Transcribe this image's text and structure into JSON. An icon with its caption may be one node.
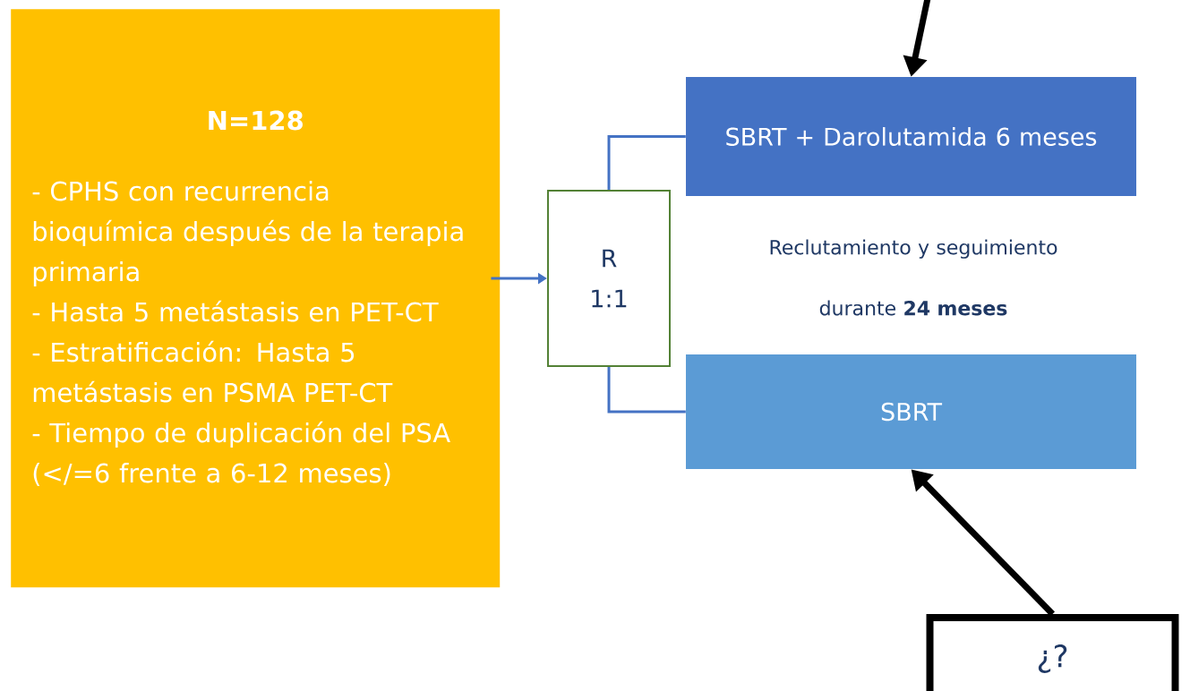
{
  "diagram": {
    "nodes": [
      {
        "text": [
          "N=128",
          "- CPHS con recurrencia bioquímica después de la terapia primaria",
          "- Hasta 5 metástasis en PET-CT",
          "- Estratificación: Hasta 5 metástasis en PSMA PET-CT",
          "- Tiempo de duplicación del PSA (</=6 frente a 6-12 meses)"
        ]
      },
      {
        "text": [
          "R 1:1"
        ]
      },
      {
        "text": [
          "SBRT + Darolutamida 6 meses"
        ]
      },
      {
        "text": [
          "SBRT"
        ]
      },
      {
        "text": [
          "¿?"
        ]
      }
    ],
    "edges": [
      {
        "from": 0,
        "to": 1,
        "arrow": "to"
      },
      {
        "from": 1,
        "to": 2,
        "arrow": "none"
      },
      {
        "from": 1,
        "to": 3,
        "arrow": "none"
      },
      {
        "from": null,
        "to": 2,
        "arrow": "to",
        "style": "thick",
        "color": "#000000"
      },
      {
        "from": 4,
        "to": 3,
        "arrow": "to",
        "style": "thick",
        "color": "#000000"
      }
    ],
    "labels": [
      "Reclutamiento y seguimiento durante **24 meses**"
    ]
  }
}
